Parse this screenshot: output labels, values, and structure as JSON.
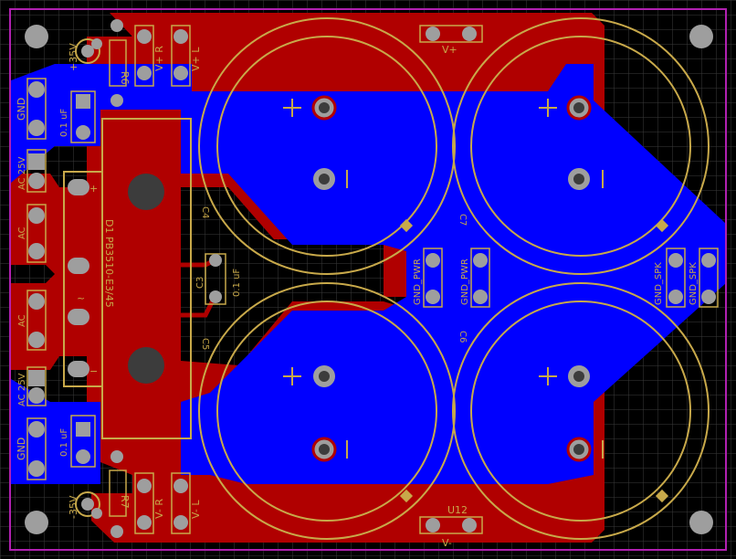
{
  "colors": {
    "background": "#000000",
    "grid": "#3b3b3b",
    "board_edge": "#b020b0",
    "top_copper": "#b00000",
    "bottom_copper": "#0000ff",
    "silkscreen": "#c8a94a",
    "pad": "#9e9e9e",
    "hole": "#3c3c3c"
  },
  "labels": {
    "plus35v": "+35V",
    "minus35v": "-35V",
    "r6": "R6",
    "r7": "R7",
    "vplus_r": "V+ R",
    "vplus_l": "V+ L",
    "vminus_r": "V- R",
    "vminus_l": "V- L",
    "vplus": "V+",
    "vminus": "V-",
    "gnd_top": "GND",
    "gnd_bottom": "GND",
    "cap_top": "0.1 uF",
    "cap_bottom": "0.1 uF",
    "cap_c3": "0.1 uF",
    "c3": "C3",
    "c4": "C4",
    "c5": "C5",
    "c6": "C6",
    "c7": "C7",
    "ac25v_top": "AC 25V",
    "ac25v_bottom": "AC 25V",
    "ac_top": "AC",
    "ac_bottom": "AC",
    "bridge": "D1  PB3510-E3/45",
    "gnd_pwr_1": "GND_PWR",
    "gnd_pwr_2": "GND_PWR",
    "gnd_spk_1": "GND_SPK",
    "gnd_spk_2": "GND_SPK",
    "u12": "U12",
    "plus_sign": "+",
    "minus_sign": "−",
    "tilde": "~"
  }
}
